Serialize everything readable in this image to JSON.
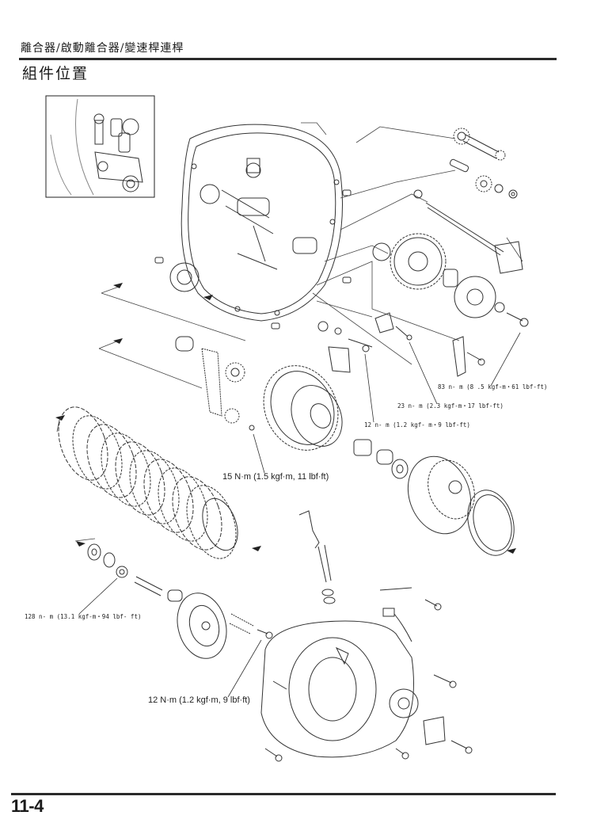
{
  "header": {
    "section_title": "離合器/啟動離合器/變速桿連桿",
    "page_heading": "組件位置"
  },
  "diagram": {
    "type": "exploded-parts-diagram",
    "subject": "clutch / starter clutch / gearshift linkage component location",
    "line_color": "#333333",
    "torque_specs": [
      {
        "id": "starter-clutch-bolt",
        "text": "83 n- m (8 .5 kgf-m・61 lbf-ft)"
      },
      {
        "id": "shift-drum-bolt",
        "text": "23 n- m (2.3 kgf-m・17 lbf-ft)"
      },
      {
        "id": "stopper-arm-bolt",
        "text": "12 n- m (1.2 kgf- m・9 lbf-ft)"
      },
      {
        "id": "oil-pump-sprocket-bolt",
        "text": "15 N·m (1.5 kgf·m, 11 lbf·ft)"
      },
      {
        "id": "clutch-center-locknut",
        "text": "128 n- m (13.1 kgf-m・94 lbf- ft)"
      },
      {
        "id": "clutch-spring-bolt",
        "text": "12 N·m (1.2 kgf·m, 9 lbf·ft)"
      }
    ]
  },
  "footer": {
    "page_number": "11-4"
  }
}
